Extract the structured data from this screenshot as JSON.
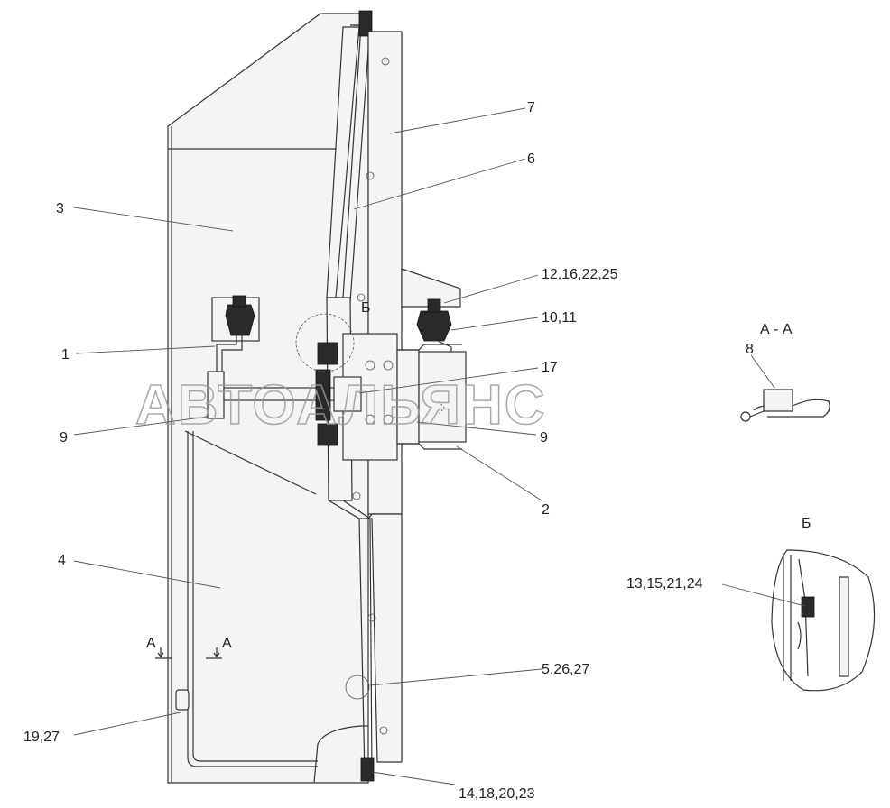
{
  "watermark": "АВТОАЛЬЯНС",
  "section_aa": "А - А",
  "view_b": "Б",
  "view_b_ref": "Б",
  "cut_a_left": "А",
  "cut_a_right": "А",
  "labels": {
    "l1": "1",
    "l2": "2",
    "l3": "3",
    "l4": "4",
    "l5": "5,26,27",
    "l6": "6",
    "l7": "7",
    "l8": "8",
    "l9a": "9",
    "l9b": "9",
    "l10": "10,11",
    "l12": "12,16,22,25",
    "l13": "13,15,21,24",
    "l14": "14,18,20,23",
    "l17": "17",
    "l19": "19,27"
  }
}
